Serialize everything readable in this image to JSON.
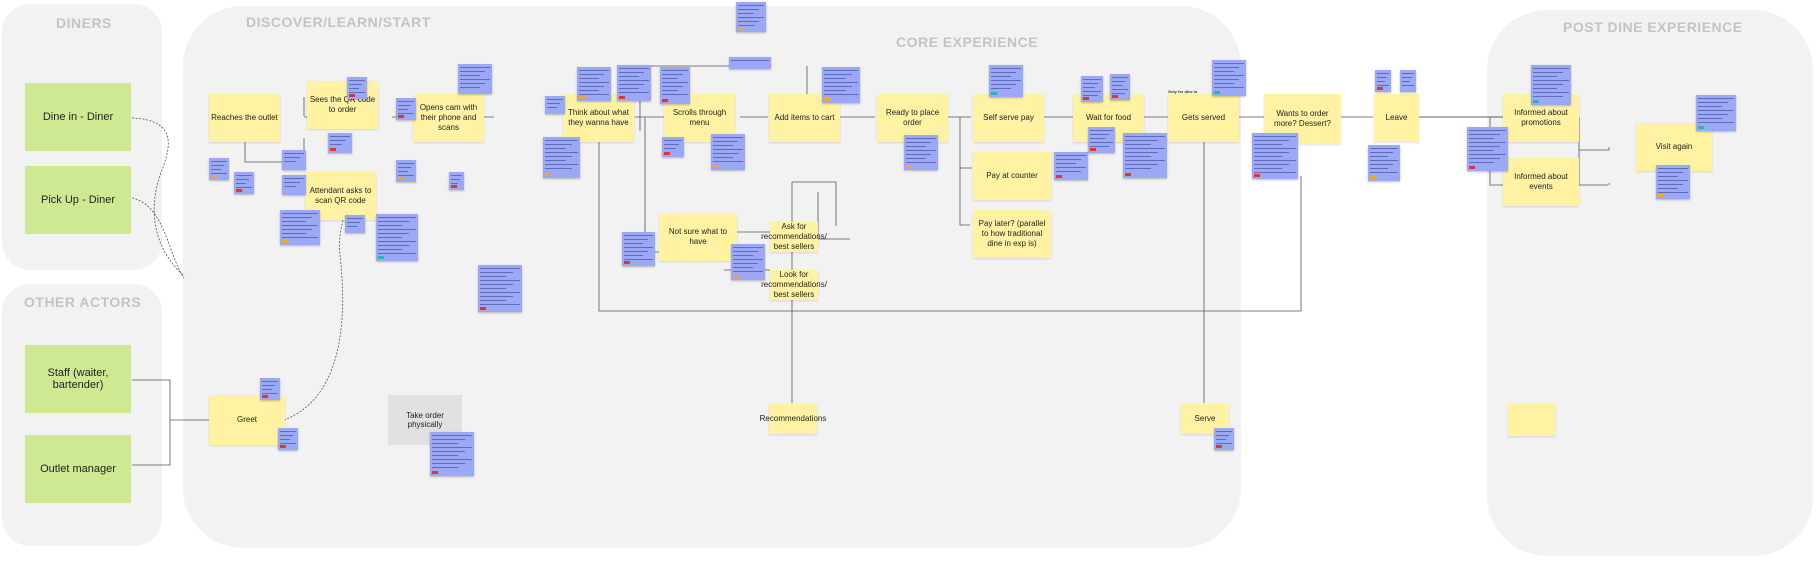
{
  "zones": {
    "diners": "DINERS",
    "other_actors": "OTHER ACTORS",
    "discover": "DISCOVER/LEARN/START",
    "core": "CORE EXPERIENCE",
    "post": "POST DINE EXPERIENCE"
  },
  "actors": {
    "dine_in": "Dine in - Diner",
    "pick_up": "Pick Up - Diner",
    "staff": "Staff (waiter, bartender)",
    "outlet_manager": "Outlet manager"
  },
  "steps": {
    "reaches_outlet": "Reaches the outlet",
    "sees_qr": "Sees the QR code to order",
    "opens_cam": "Opens cam with their phone and scans",
    "attendant_asks": "Attendant asks to scan QR code",
    "greet": "Greet",
    "take_order": "Take order physically",
    "think": "Think about what they wanna have",
    "scrolls": "Scrolls through menu",
    "add_items": "Add items to cart",
    "ready_order": "Ready to place order",
    "self_serve_pay": "Self serve pay",
    "wait_food": "Wait for food",
    "gets_served": "Gets served",
    "wants_more": "Wants to order more? Dessert?",
    "leave": "Leave",
    "pay_counter": "Pay at counter",
    "pay_later": "Pay later? (parallel to how traditional dine in exp is)",
    "not_sure": "Not sure what to have",
    "ask_reco": "Ask for recommendations/ best sellers",
    "look_reco": "Look for recommendations/ best sellers",
    "reco_bottom": "Recommendations",
    "serve": "Serve",
    "informed_promos": "Informed about promotions",
    "informed_events": "Informed about events",
    "visit_again": "Visit again"
  },
  "labels": {
    "only_dine_in": "Only for dine in"
  },
  "colors": {
    "zone_bg": "#f2f2f2",
    "zone_title": "#c4c4c4",
    "actor": "#cfe992",
    "step": "#fff3a3",
    "note": "#9aa8f5",
    "connector": "#555555",
    "tag_red": "#e8322c",
    "tag_orange": "#f5a623",
    "tag_teal": "#2bb5b0"
  }
}
